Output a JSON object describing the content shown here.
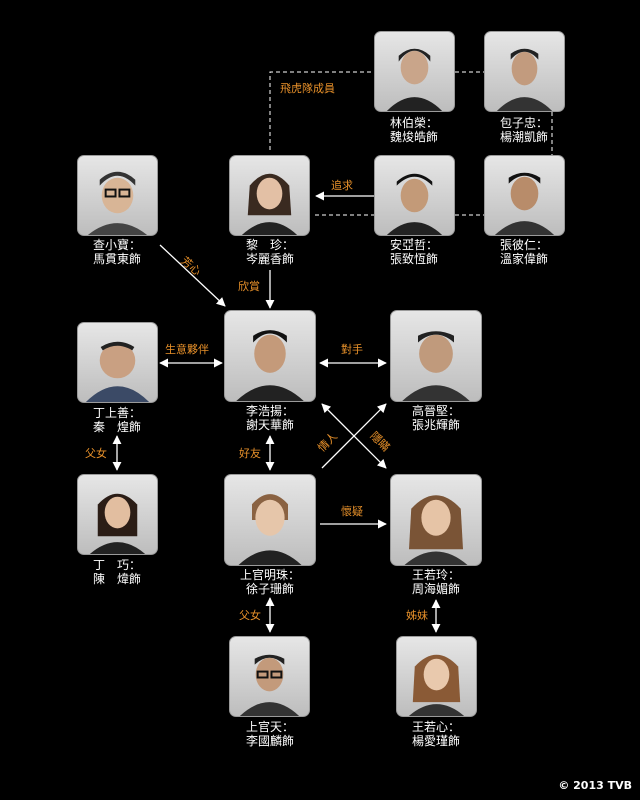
{
  "copyright": "© 2013 TVB",
  "people": {
    "lin": {
      "role": "林伯榮：",
      "actor": "魏焌皓飾"
    },
    "bao": {
      "role": "包子忠：",
      "actor": "楊潮凱飾"
    },
    "cha": {
      "role": "查小寶：",
      "actor": "馬貫東飾"
    },
    "li_zh": {
      "role": "黎　珍：",
      "actor": "岑麗香飾"
    },
    "an": {
      "role": "安亞哲：",
      "actor": "張致恆飾"
    },
    "zhang": {
      "role": "張彼仁：",
      "actor": "溫家偉飾"
    },
    "ding": {
      "role": "丁上善：",
      "actor": "秦　煌飾"
    },
    "lihy": {
      "role": "李浩揚：",
      "actor": "謝天華飾"
    },
    "gao": {
      "role": "高晉堅：",
      "actor": "張兆輝飾"
    },
    "dingq": {
      "role": "丁　巧：",
      "actor": "陳　煒飾"
    },
    "sgmz": {
      "role": "上官明珠：",
      "actor": "徐子珊飾"
    },
    "wang": {
      "role": "王若玲：",
      "actor": "周海媚飾"
    },
    "sgt": {
      "role": "上官天：",
      "actor": "李國麟飾"
    },
    "wangx": {
      "role": "王若心：",
      "actor": "楊愛瑾飾"
    }
  },
  "relations": {
    "feihu": "飛虎隊成員",
    "zhuiqiu": "追求",
    "xinyi": "芳心",
    "xinshang": "欣賞",
    "shengyi": "生意夥伴",
    "duishou": "對手",
    "fuqu1": "父女",
    "haoyou": "好友",
    "qingren": "情人",
    "yinman": "隱瞞",
    "huaiyi": "懷疑",
    "fuqu2": "父女",
    "zimei": "姊妹"
  }
}
